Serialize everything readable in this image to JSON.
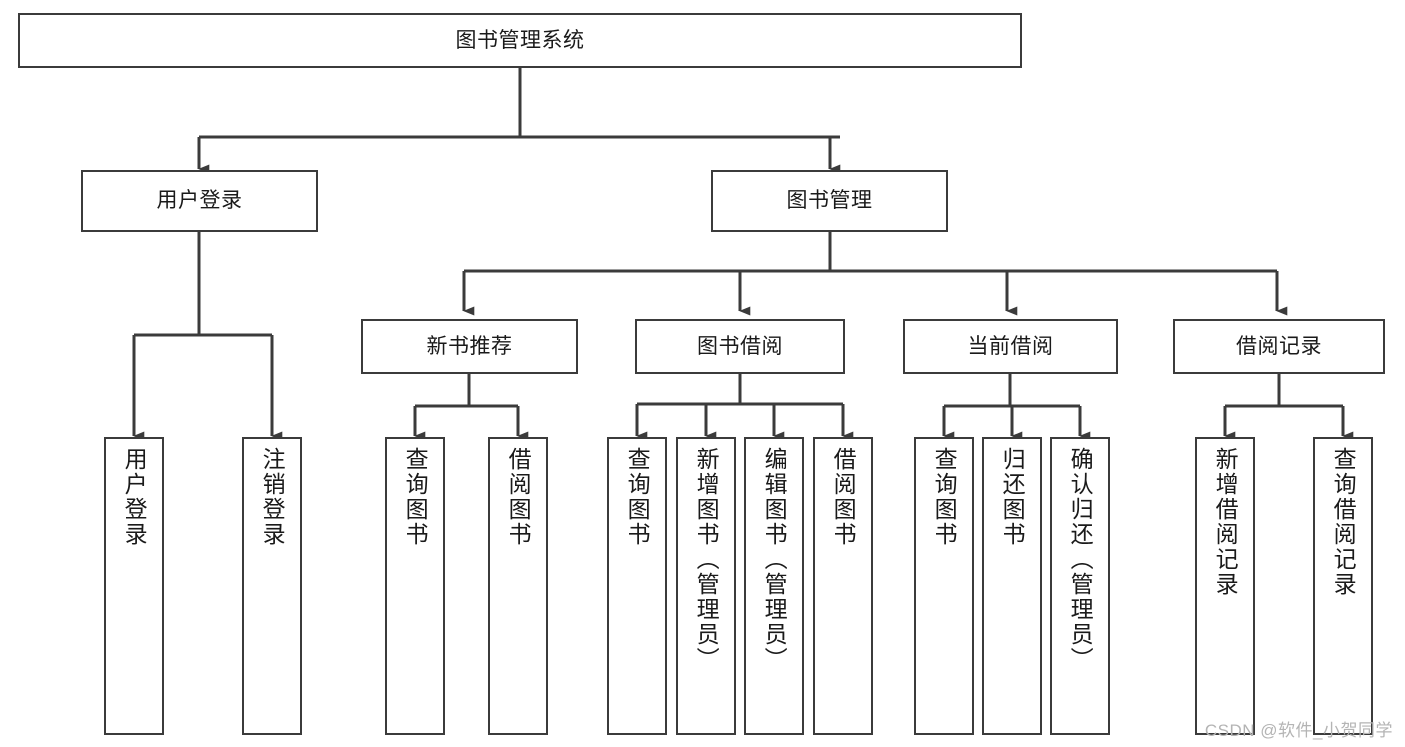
{
  "diagram": {
    "type": "tree-hierarchy",
    "title": "图书管理系统",
    "orientation": "top-down",
    "colors": {
      "stroke": "#3b3b3b",
      "fill": "#ffffff",
      "text": "#1a1a1a",
      "watermark": "#b4b4b4"
    },
    "nodes": {
      "root": {
        "label": "图书管理系统",
        "level": 1
      },
      "user_login": {
        "label": "用户登录",
        "level": 2
      },
      "book_manage": {
        "label": "图书管理",
        "level": 2
      },
      "new_book_rec": {
        "label": "新书推荐",
        "level": 3
      },
      "book_borrow": {
        "label": "图书借阅",
        "level": 3
      },
      "current_borrow": {
        "label": "当前借阅",
        "level": 3
      },
      "borrow_record": {
        "label": "借阅记录",
        "level": 3
      },
      "leaf_user_login": {
        "label": "用户登录",
        "level": 3
      },
      "leaf_logout": {
        "label": "注销登录",
        "level": 3
      },
      "leaf_query_book_1": {
        "label": "查询图书",
        "level": 4
      },
      "leaf_borrow_book_1": {
        "label": "借阅图书",
        "level": 4
      },
      "leaf_query_book_2": {
        "label": "查询图书",
        "level": 4
      },
      "leaf_add_book": {
        "label": "新增图书（管理员）",
        "level": 4
      },
      "leaf_edit_book": {
        "label": "编辑图书（管理员）",
        "level": 4
      },
      "leaf_borrow_book_2": {
        "label": "借阅图书",
        "level": 4
      },
      "leaf_query_book_3": {
        "label": "查询图书",
        "level": 4
      },
      "leaf_return_book": {
        "label": "归还图书",
        "level": 4
      },
      "leaf_confirm_return": {
        "label": "确认归还（管理员）",
        "level": 4
      },
      "leaf_add_record": {
        "label": "新增借阅记录",
        "level": 4
      },
      "leaf_query_record": {
        "label": "查询借阅记录",
        "level": 4
      }
    },
    "edges": [
      {
        "from": "root",
        "to": "user_login"
      },
      {
        "from": "root",
        "to": "book_manage"
      },
      {
        "from": "user_login",
        "to": "leaf_user_login"
      },
      {
        "from": "user_login",
        "to": "leaf_logout"
      },
      {
        "from": "book_manage",
        "to": "new_book_rec"
      },
      {
        "from": "book_manage",
        "to": "book_borrow"
      },
      {
        "from": "book_manage",
        "to": "current_borrow"
      },
      {
        "from": "book_manage",
        "to": "borrow_record"
      },
      {
        "from": "new_book_rec",
        "to": "leaf_query_book_1"
      },
      {
        "from": "new_book_rec",
        "to": "leaf_borrow_book_1"
      },
      {
        "from": "book_borrow",
        "to": "leaf_query_book_2"
      },
      {
        "from": "book_borrow",
        "to": "leaf_add_book"
      },
      {
        "from": "book_borrow",
        "to": "leaf_edit_book"
      },
      {
        "from": "book_borrow",
        "to": "leaf_borrow_book_2"
      },
      {
        "from": "current_borrow",
        "to": "leaf_query_book_3"
      },
      {
        "from": "current_borrow",
        "to": "leaf_return_book"
      },
      {
        "from": "current_borrow",
        "to": "leaf_confirm_return"
      },
      {
        "from": "borrow_record",
        "to": "leaf_add_record"
      },
      {
        "from": "borrow_record",
        "to": "leaf_query_record"
      }
    ]
  },
  "watermark": {
    "text": "CSDN @软件_小贺同学"
  }
}
